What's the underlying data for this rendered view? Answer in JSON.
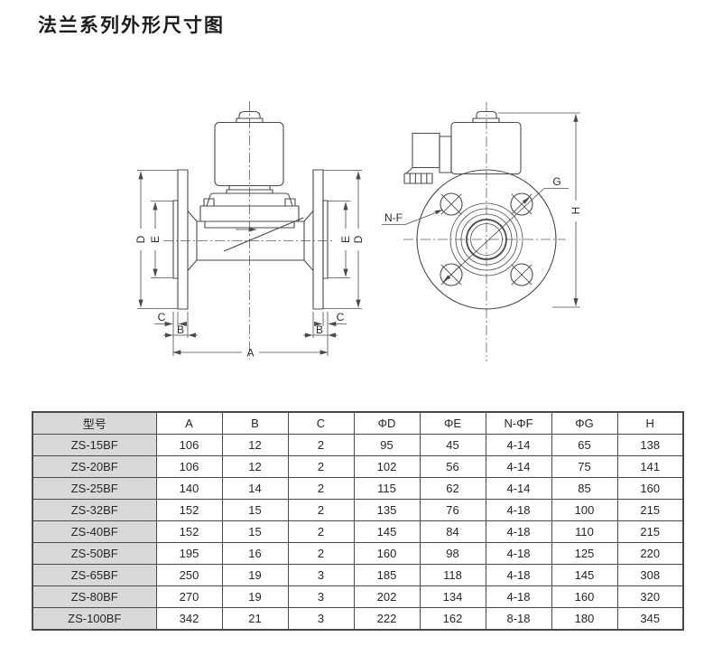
{
  "page": {
    "title": "法兰系列外形尺寸图"
  },
  "colors": {
    "line": "#4b4b4b",
    "table_border": "#4a4a4a",
    "model_column_bg": "#d9d9d9",
    "text": "#262626"
  },
  "drawings": {
    "side_view": {
      "description": "flanged solenoid valve side view",
      "labels": {
        "a": "A",
        "b": "B",
        "c": "C",
        "d": "D",
        "e": "E"
      }
    },
    "front_view": {
      "description": "flange end view with bolt holes",
      "labels": {
        "bolt_holes": "N-F",
        "bolt_circle": "G",
        "height": "H"
      }
    }
  },
  "table": {
    "headers": [
      "型号",
      "A",
      "B",
      "C",
      "ΦD",
      "ΦE",
      "N-ΦF",
      "ΦG",
      "H"
    ],
    "rows": [
      [
        "ZS-15BF",
        "106",
        "12",
        "2",
        "95",
        "45",
        "4-14",
        "65",
        "138"
      ],
      [
        "ZS-20BF",
        "106",
        "12",
        "2",
        "102",
        "56",
        "4-14",
        "75",
        "141"
      ],
      [
        "ZS-25BF",
        "140",
        "14",
        "2",
        "115",
        "62",
        "4-14",
        "85",
        "160"
      ],
      [
        "ZS-32BF",
        "152",
        "15",
        "2",
        "135",
        "76",
        "4-18",
        "100",
        "215"
      ],
      [
        "ZS-40BF",
        "152",
        "15",
        "2",
        "145",
        "84",
        "4-18",
        "110",
        "215"
      ],
      [
        "ZS-50BF",
        "195",
        "16",
        "2",
        "160",
        "98",
        "4-18",
        "125",
        "220"
      ],
      [
        "ZS-65BF",
        "250",
        "19",
        "3",
        "185",
        "118",
        "4-18",
        "145",
        "308"
      ],
      [
        "ZS-80BF",
        "270",
        "19",
        "3",
        "202",
        "134",
        "4-18",
        "160",
        "320"
      ],
      [
        "ZS-100BF",
        "342",
        "21",
        "3",
        "222",
        "162",
        "8-18",
        "180",
        "345"
      ]
    ]
  }
}
